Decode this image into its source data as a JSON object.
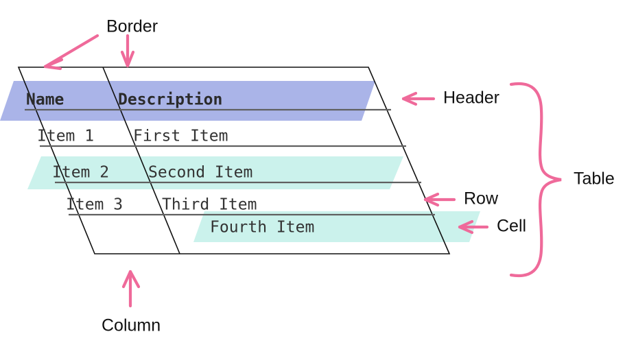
{
  "diagram": {
    "title": "Table anatomy diagram",
    "colors": {
      "header_band": "#aab4e8",
      "row_band": "#cbf2ec",
      "cell_band": "#cbf2ec",
      "annotation_pink": "#ef6a9a",
      "table_border": "#111111",
      "row_separator": "#606060",
      "text": "#333333",
      "background": "#ffffff"
    },
    "table": {
      "columns": [
        {
          "key": "name",
          "header": "Name"
        },
        {
          "key": "description",
          "header": "Description"
        }
      ],
      "rows": [
        {
          "name": "Item 1",
          "description": "First Item"
        },
        {
          "name": "Item 2",
          "description": "Second Item"
        },
        {
          "name": "Item 3",
          "description": "Third Item"
        }
      ],
      "floating_cell": {
        "text": "Fourth Item"
      }
    },
    "annotations": [
      {
        "id": "border",
        "label": "Border",
        "marker": "arrow"
      },
      {
        "id": "header",
        "label": "Header",
        "marker": "arrow"
      },
      {
        "id": "table",
        "label": "Table",
        "marker": "brace"
      },
      {
        "id": "row",
        "label": "Row",
        "marker": "arrow"
      },
      {
        "id": "cell",
        "label": "Cell",
        "marker": "arrow"
      },
      {
        "id": "column",
        "label": "Column",
        "marker": "arrow"
      }
    ]
  }
}
